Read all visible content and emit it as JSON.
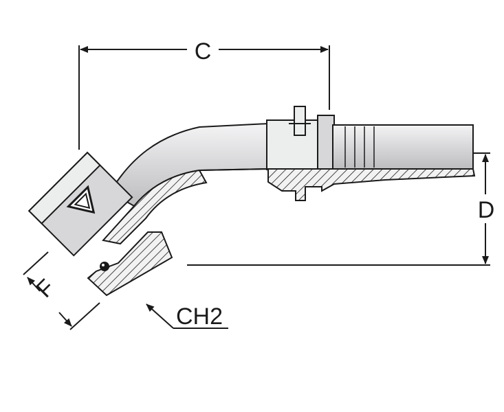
{
  "dimensions": {
    "c_label": "C",
    "d_label": "D",
    "f_label": "F",
    "ch2_label": "CH2"
  },
  "colors": {
    "line": "#1a1a1a",
    "metal": "#d7d7d9",
    "metal_light": "#eceded",
    "background": "#ffffff"
  }
}
